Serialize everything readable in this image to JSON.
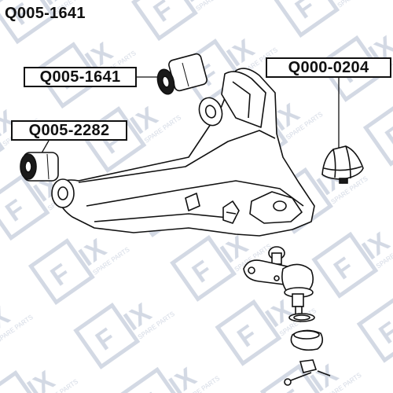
{
  "header": {
    "part_number": "Q005-1641"
  },
  "callouts": [
    {
      "part_number": "Q005-1641"
    },
    {
      "part_number": "Q000-0204"
    },
    {
      "part_number": "Q005-2282"
    }
  ],
  "watermark": {
    "brand": "FIX",
    "tagline": "SPARE PARTS",
    "color": "#c5ccd9"
  },
  "colors": {
    "line": "#111111",
    "fill": "#ffffff",
    "rubber": "#1a1a1a"
  }
}
